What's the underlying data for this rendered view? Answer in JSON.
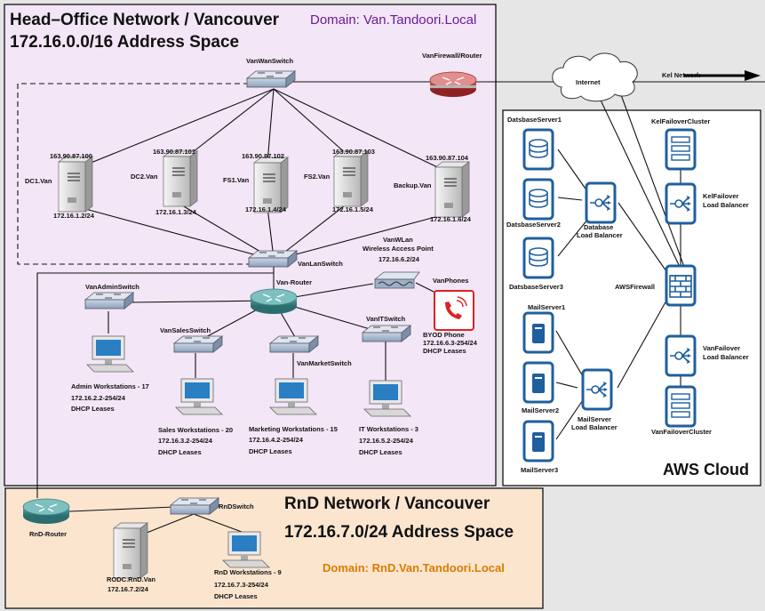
{
  "colors": {
    "head_office_bg": "#f3e6f6",
    "rnd_bg": "#fbe5cf",
    "aws_bg": "#ffffff",
    "domain_purple": "#6a1b9a",
    "domain_orange": "#d97c00",
    "aws_icon": "#1f5f9e",
    "line": "#111111"
  },
  "head_office": {
    "title": "Head–Office Network  /  Vancouver",
    "subtitle": "172.16.0.0/16 Address Space",
    "domain": "Domain: Van.Tandoori.Local"
  },
  "devices": {
    "wan_switch": "VanWanSwitch",
    "firewall_router": "VanFirewall/Router",
    "internet": "Internet",
    "kel_network": "Kel Network",
    "lan_switch": "VanLanSwitch",
    "van_router": "Van-Router",
    "wlan_name": "VanWLan",
    "wlan_desc": "Wireless Access Point",
    "wlan_ip": "172.16.6.2/24",
    "phones": "VanPhones",
    "byod_1": "BYOD Phone",
    "byod_2": "172.16.6.3-254/24",
    "byod_3": "DHCP Leases"
  },
  "servers": [
    {
      "name": "DC1.Van",
      "public_ip": "163.90.87.100",
      "private_ip": "172.16.1.2/24"
    },
    {
      "name": "DC2.Van",
      "public_ip": "163.90.87.101",
      "private_ip": "172.16.1.3/24"
    },
    {
      "name": "FS1.Van",
      "public_ip": "163.90.87.102",
      "private_ip": "172.16.1.4/24"
    },
    {
      "name": "FS2.Van",
      "public_ip": "163.90.87.103",
      "private_ip": "172.16.1.5/24"
    },
    {
      "name": "Backup.Van",
      "public_ip": "163.90.87.104",
      "private_ip": "172.16.1.6/24"
    }
  ],
  "departments": [
    {
      "switch": "VanAdminSwitch",
      "ws": "Admin Workstations - 17",
      "range": "172.16.2.2-254/24",
      "dhcp": "DHCP Leases"
    },
    {
      "switch": "VanSalesSwitch",
      "ws": "Sales Workstations - 20",
      "range": "172.16.3.2-254/24",
      "dhcp": "DHCP Leases"
    },
    {
      "switch": "VanMarketSwitch",
      "ws": "Marketing Workstations - 15",
      "range": "172.16.4.2-254/24",
      "dhcp": "DHCP Leases"
    },
    {
      "switch": "VanITSwitch",
      "ws": "IT Workstations - 3",
      "range": "172.16.5.2-254/24",
      "dhcp": "DHCP Leases"
    }
  ],
  "aws": {
    "label": "AWS Cloud",
    "db1": "DatsbaseServer1",
    "db2": "DatsbaseServer2",
    "db3": "DatsbaseServer3",
    "db_lb_1": "Database",
    "db_lb_2": "Load Balancer",
    "kel_cluster": "KelFailoverCluster",
    "kel_lb_1": "KelFailover",
    "kel_lb_2": "Load Balancer",
    "firewall": "AWSFirewall",
    "mail1": "MailServer1",
    "mail2": "MailServer2",
    "mail3": "MailServer3",
    "mail_lb_1": "MailServer",
    "mail_lb_2": "Load Balancer",
    "van_lb_1": "VanFailover",
    "van_lb_2": "Load Balancer",
    "van_cluster": "VanFailoverCluster"
  },
  "rnd": {
    "title": "RnD Network  /  Vancouver",
    "subtitle": "172.16.7.0/24 Address Space",
    "domain": "Domain: RnD.Van.Tandoori.Local",
    "router": "RnD-Router",
    "switch": "RnDSwitch",
    "rodc": "RODC.RnD.Van",
    "rodc_ip": "172.16.7.2/24",
    "ws": "RnD Workstations - 9",
    "ws_range": "172.16.7.3-254/24",
    "ws_dhcp": "DHCP Leases"
  }
}
